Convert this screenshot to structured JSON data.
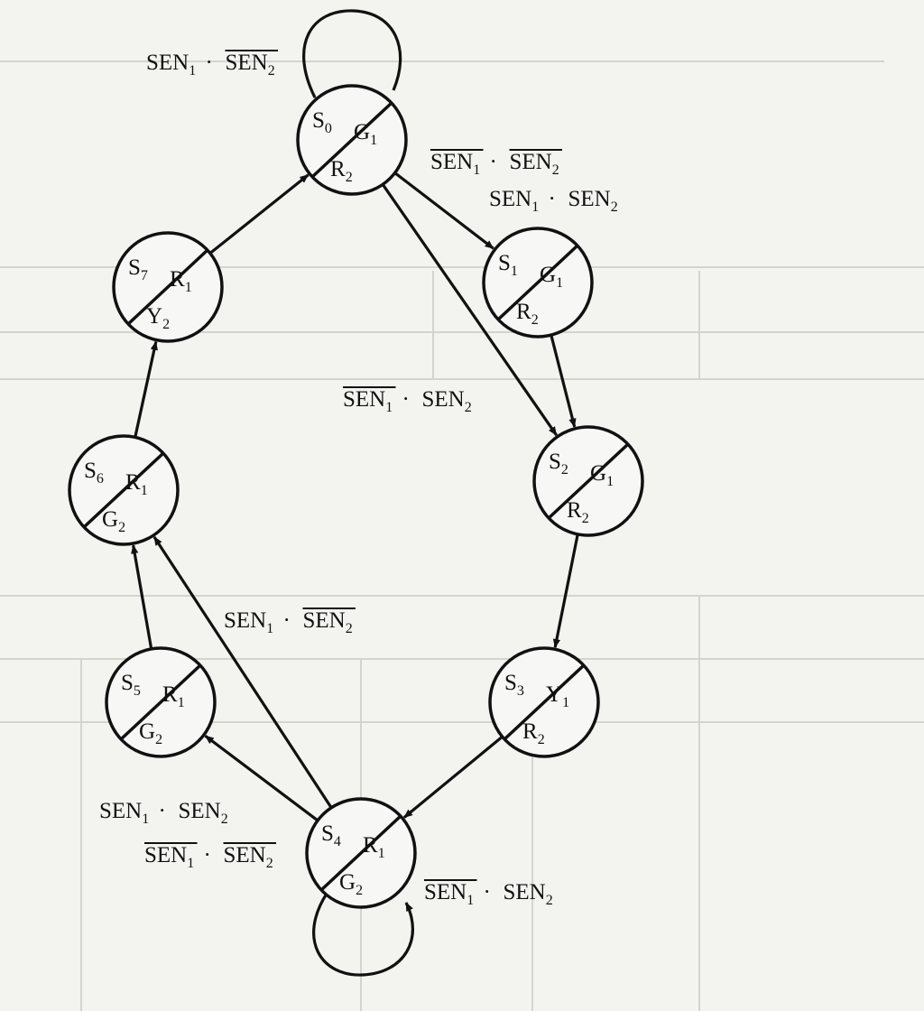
{
  "states": [
    {
      "id": "S0",
      "name": "S",
      "idx": "0",
      "top": "G",
      "topIdx": "1",
      "bot": "R",
      "botIdx": "2"
    },
    {
      "id": "S1",
      "name": "S",
      "idx": "1",
      "top": "G",
      "topIdx": "1",
      "bot": "R",
      "botIdx": "2"
    },
    {
      "id": "S2",
      "name": "S",
      "idx": "2",
      "top": "G",
      "topIdx": "1",
      "bot": "R",
      "botIdx": "2"
    },
    {
      "id": "S3",
      "name": "S",
      "idx": "3",
      "top": "Y",
      "topIdx": "1",
      "bot": "R",
      "botIdx": "2"
    },
    {
      "id": "S4",
      "name": "S",
      "idx": "4",
      "top": "R",
      "topIdx": "1",
      "bot": "G",
      "botIdx": "2"
    },
    {
      "id": "S5",
      "name": "S",
      "idx": "5",
      "top": "R",
      "topIdx": "1",
      "bot": "G",
      "botIdx": "2"
    },
    {
      "id": "S6",
      "name": "S",
      "idx": "6",
      "top": "R",
      "topIdx": "1",
      "bot": "G",
      "botIdx": "2"
    },
    {
      "id": "S7",
      "name": "S",
      "idx": "7",
      "top": "R",
      "topIdx": "1",
      "bot": "Y",
      "botIdx": "2"
    }
  ],
  "conditions": [
    {
      "id": "s0-self",
      "a": "SEN",
      "aIdx": "1",
      "aBar": false,
      "b": "SEN",
      "bIdx": "2",
      "bBar": true
    },
    {
      "id": "s0-to-s1-a",
      "a": "SEN",
      "aIdx": "1",
      "aBar": true,
      "b": "SEN",
      "bIdx": "2",
      "bBar": true
    },
    {
      "id": "s0-to-s1-b",
      "a": "SEN",
      "aIdx": "1",
      "aBar": false,
      "b": "SEN",
      "bIdx": "2",
      "bBar": false
    },
    {
      "id": "s0-to-s2",
      "a": "SEN",
      "aIdx": "1",
      "aBar": true,
      "b": "SEN",
      "bIdx": "2",
      "bBar": false
    },
    {
      "id": "s4-to-s6",
      "a": "SEN",
      "aIdx": "1",
      "aBar": false,
      "b": "SEN",
      "bIdx": "2",
      "bBar": true
    },
    {
      "id": "s4-to-s5-a",
      "a": "SEN",
      "aIdx": "1",
      "aBar": false,
      "b": "SEN",
      "bIdx": "2",
      "bBar": false
    },
    {
      "id": "s4-to-s5-b",
      "a": "SEN",
      "aIdx": "1",
      "aBar": true,
      "b": "SEN",
      "bIdx": "2",
      "bBar": true
    },
    {
      "id": "s4-self",
      "a": "SEN",
      "aIdx": "1",
      "aBar": true,
      "b": "SEN",
      "bIdx": "2",
      "bBar": false
    }
  ],
  "operator": "·"
}
